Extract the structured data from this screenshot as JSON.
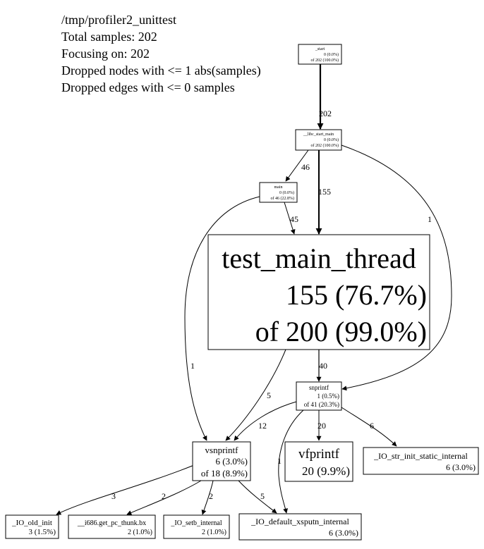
{
  "header": {
    "lines": [
      "/tmp/profiler2_unittest",
      "Total samples: 202",
      "Focusing on: 202",
      "Dropped nodes with <= 1 abs(samples)",
      "Dropped edges with <= 0 samples"
    ]
  },
  "nodes": {
    "start": {
      "name": "_start",
      "self": "0 (0.0%)",
      "total": "of 202 (100.0%)"
    },
    "libc_start_main": {
      "name": "__libc_start_main",
      "self": "0 (0.0%)",
      "total": "of 202 (100.0%)"
    },
    "main": {
      "name": "main",
      "self": "0 (0.0%)",
      "total": "of 46 (22.8%)"
    },
    "test_main_thread": {
      "name": "test_main_thread",
      "self": "155 (76.7%)",
      "total": "of 200 (99.0%)"
    },
    "snprintf": {
      "name": "snprintf",
      "self": "1 (0.5%)",
      "total": "of 41 (20.3%)"
    },
    "vsnprintf": {
      "name": "vsnprintf",
      "self": "6 (3.0%)",
      "total": "of 18 (8.9%)"
    },
    "vfprintf": {
      "name": "vfprintf",
      "self": "20 (9.9%)"
    },
    "io_str_init_static_internal": {
      "name": "_IO_str_init_static_internal",
      "self": "6 (3.0%)"
    },
    "io_old_init": {
      "name": "_IO_old_init",
      "self": "3 (1.5%)"
    },
    "i686_get_pc_thunk_bx": {
      "name": "__i686.get_pc_thunk.bx",
      "self": "2 (1.0%)"
    },
    "io_setb_internal": {
      "name": "_IO_setb_internal",
      "self": "2 (1.0%)"
    },
    "io_default_xsputn_internal": {
      "name": "_IO_default_xsputn_internal",
      "self": "6 (3.0%)"
    }
  },
  "edges": {
    "start_to_libc": "202",
    "libc_to_main": "46",
    "libc_to_test": "155",
    "libc_to_snprintf": "1",
    "main_to_test": "45",
    "main_to_vsnprintf": "1",
    "test_to_snprintf": "40",
    "test_to_vsnprintf": "5",
    "snprintf_to_vsnprintf": "12",
    "snprintf_to_vfprintf": "20",
    "snprintf_to_io_str_init": "6",
    "snprintf_to_io_default_xsputn": "1",
    "vsnprintf_to_io_old_init": "3",
    "vsnprintf_to_i686": "2",
    "vsnprintf_to_io_setb": "2",
    "vsnprintf_to_io_default_xsputn": "5"
  }
}
